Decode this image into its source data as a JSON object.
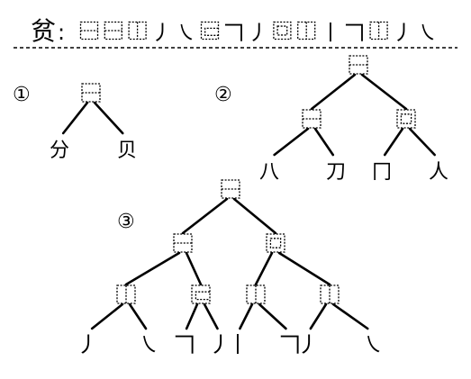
{
  "header": {
    "character": "贫",
    "colon": ":",
    "sequence": [
      {
        "kind": "box",
        "layout": "top-bottom"
      },
      {
        "kind": "box",
        "layout": "top-bottom"
      },
      {
        "kind": "box",
        "layout": "left-right"
      },
      {
        "kind": "stroke",
        "text": "丿"
      },
      {
        "kind": "stroke",
        "text": "㇏"
      },
      {
        "kind": "box",
        "layout": "semi-enclosed"
      },
      {
        "kind": "stroke",
        "text": "𠃍"
      },
      {
        "kind": "stroke",
        "text": "丿"
      },
      {
        "kind": "box",
        "layout": "enclosed"
      },
      {
        "kind": "box",
        "layout": "left-right"
      },
      {
        "kind": "stroke",
        "text": "丨"
      },
      {
        "kind": "stroke",
        "text": "𠃍"
      },
      {
        "kind": "box",
        "layout": "left-right"
      },
      {
        "kind": "stroke",
        "text": "丿"
      },
      {
        "kind": "stroke",
        "text": "㇏"
      }
    ]
  },
  "trees": [
    {
      "number": "①",
      "nodes": [
        {
          "id": "r",
          "kind": "box",
          "layout": "top-bottom"
        },
        {
          "id": "a",
          "kind": "text",
          "text": "分",
          "parent": "r"
        },
        {
          "id": "b",
          "kind": "text",
          "text": "贝",
          "parent": "r"
        }
      ]
    },
    {
      "number": "②",
      "nodes": [
        {
          "id": "r",
          "kind": "box",
          "layout": "top-bottom"
        },
        {
          "id": "L",
          "kind": "box",
          "layout": "top-bottom",
          "parent": "r"
        },
        {
          "id": "R",
          "kind": "box",
          "layout": "enclosed",
          "parent": "r"
        },
        {
          "id": "l1",
          "kind": "text",
          "text": "八",
          "parent": "L"
        },
        {
          "id": "l2",
          "kind": "text",
          "text": "刀",
          "parent": "L"
        },
        {
          "id": "r1",
          "kind": "text",
          "text": "冂",
          "parent": "R"
        },
        {
          "id": "r2",
          "kind": "text",
          "text": "人",
          "parent": "R"
        }
      ]
    },
    {
      "number": "③",
      "nodes": [
        {
          "id": "r",
          "kind": "box",
          "layout": "top-bottom"
        },
        {
          "id": "L",
          "kind": "box",
          "layout": "top-bottom",
          "parent": "r"
        },
        {
          "id": "R",
          "kind": "box",
          "layout": "enclosed",
          "parent": "r"
        },
        {
          "id": "LL",
          "kind": "box",
          "layout": "left-right",
          "parent": "L"
        },
        {
          "id": "LR",
          "kind": "box",
          "layout": "semi-enclosed",
          "parent": "L"
        },
        {
          "id": "RL",
          "kind": "box",
          "layout": "left-right",
          "parent": "R"
        },
        {
          "id": "RR",
          "kind": "box",
          "layout": "left-right",
          "parent": "R"
        },
        {
          "id": "s1",
          "kind": "stroke",
          "text": "丿",
          "parent": "LL"
        },
        {
          "id": "s2",
          "kind": "stroke",
          "text": "㇏",
          "parent": "LL"
        },
        {
          "id": "s3",
          "kind": "stroke",
          "text": "𠃍",
          "parent": "LR"
        },
        {
          "id": "s4",
          "kind": "stroke",
          "text": "丿",
          "parent": "LR"
        },
        {
          "id": "s5",
          "kind": "stroke",
          "text": "丨",
          "parent": "RL"
        },
        {
          "id": "s6",
          "kind": "stroke",
          "text": "𠃍",
          "parent": "RL"
        },
        {
          "id": "s7",
          "kind": "stroke",
          "text": "丿",
          "parent": "RR"
        },
        {
          "id": "s8",
          "kind": "stroke",
          "text": "㇏",
          "parent": "RR"
        }
      ]
    }
  ]
}
